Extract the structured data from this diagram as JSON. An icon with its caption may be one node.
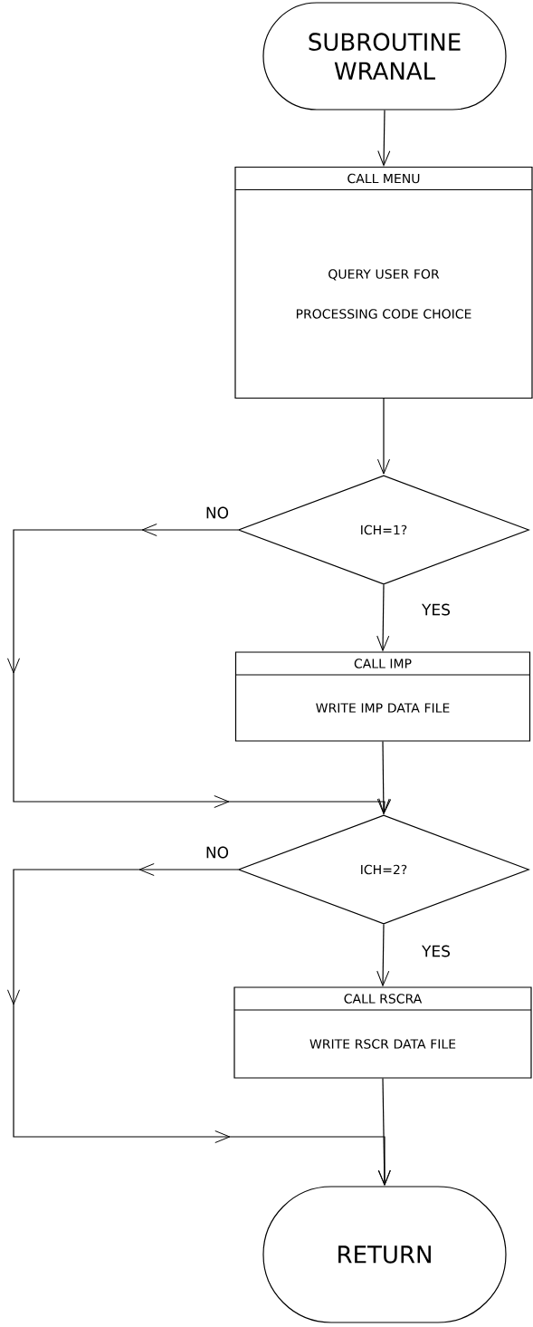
{
  "diagram": {
    "nodes": [
      {
        "text": [
          "SUBROUTINE WRANAL"
        ]
      },
      {
        "text": [
          "CALL MENU",
          "QUERY USER FOR PROCESSING CODE CHOICE"
        ]
      },
      {
        "text": [
          "ICH=1?"
        ]
      },
      {
        "text": [
          "CALL IMP",
          "WRITE IMP DATA FILE"
        ]
      },
      {
        "text": [
          "ICH=2?"
        ]
      },
      {
        "text": [
          "CALL RSCRA",
          "WRITE RSCR DATA FILE"
        ]
      },
      {
        "text": [
          "RETURN"
        ]
      }
    ],
    "edges": [
      {
        "from": 0,
        "to": 1,
        "arrow": "to"
      },
      {
        "from": 1,
        "to": 2,
        "arrow": "to"
      },
      {
        "from": 2,
        "to": 3,
        "arrow": "to",
        "label": "YES"
      },
      {
        "from": 2,
        "to": 4,
        "arrow": "to",
        "label": "NO"
      },
      {
        "from": 3,
        "to": 4,
        "arrow": "to"
      },
      {
        "from": 4,
        "to": 5,
        "arrow": "to",
        "label": "YES"
      },
      {
        "from": 4,
        "to": 6,
        "arrow": "to",
        "label": "NO"
      },
      {
        "from": 5,
        "to": 6,
        "arrow": "to"
      }
    ]
  }
}
